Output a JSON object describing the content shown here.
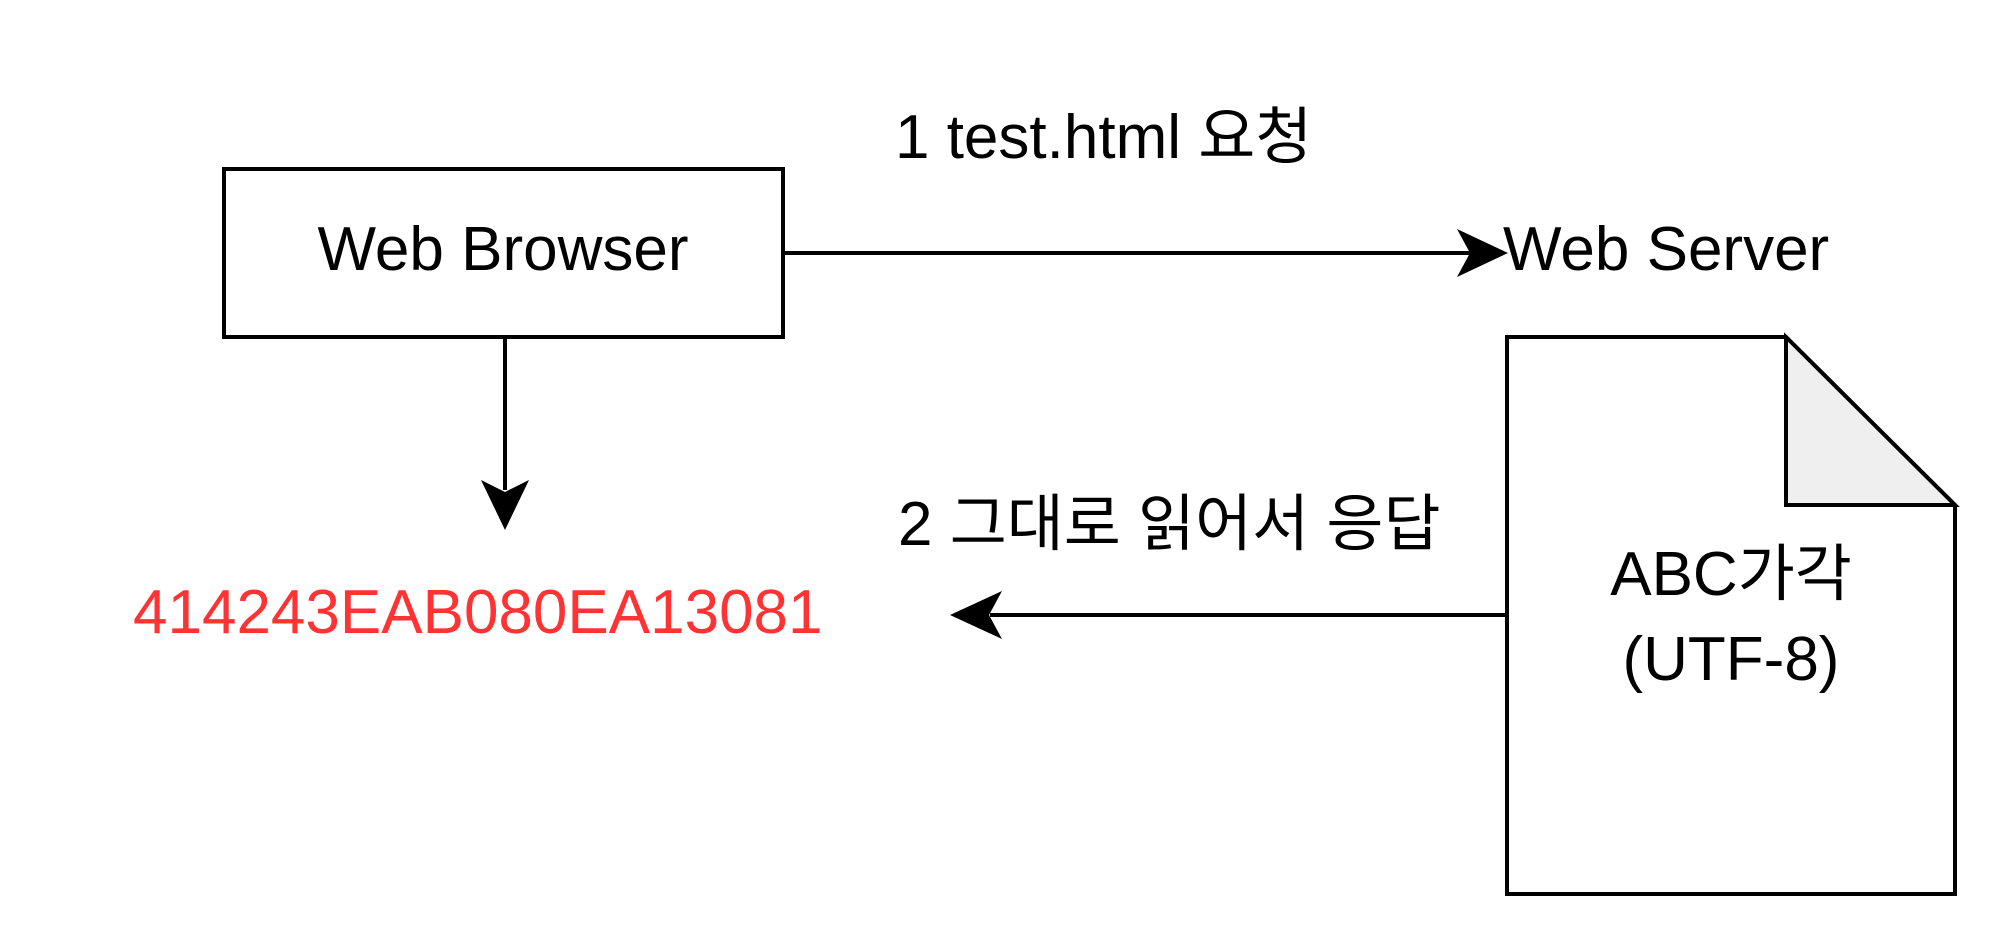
{
  "diagram": {
    "browser_label": "Web Browser",
    "server_label": "Web Server",
    "request_label": "1 test.html 요청",
    "response_label": "2 그대로 읽어서 응답",
    "result_bytes": "414243EAB080EA13081",
    "file_content_line1": "ABC가각",
    "file_content_line2": "(UTF-8)"
  },
  "colors": {
    "stroke": "#000000",
    "result_text": "#ff3333",
    "page_fold": "#efefef",
    "background": "#ffffff"
  }
}
